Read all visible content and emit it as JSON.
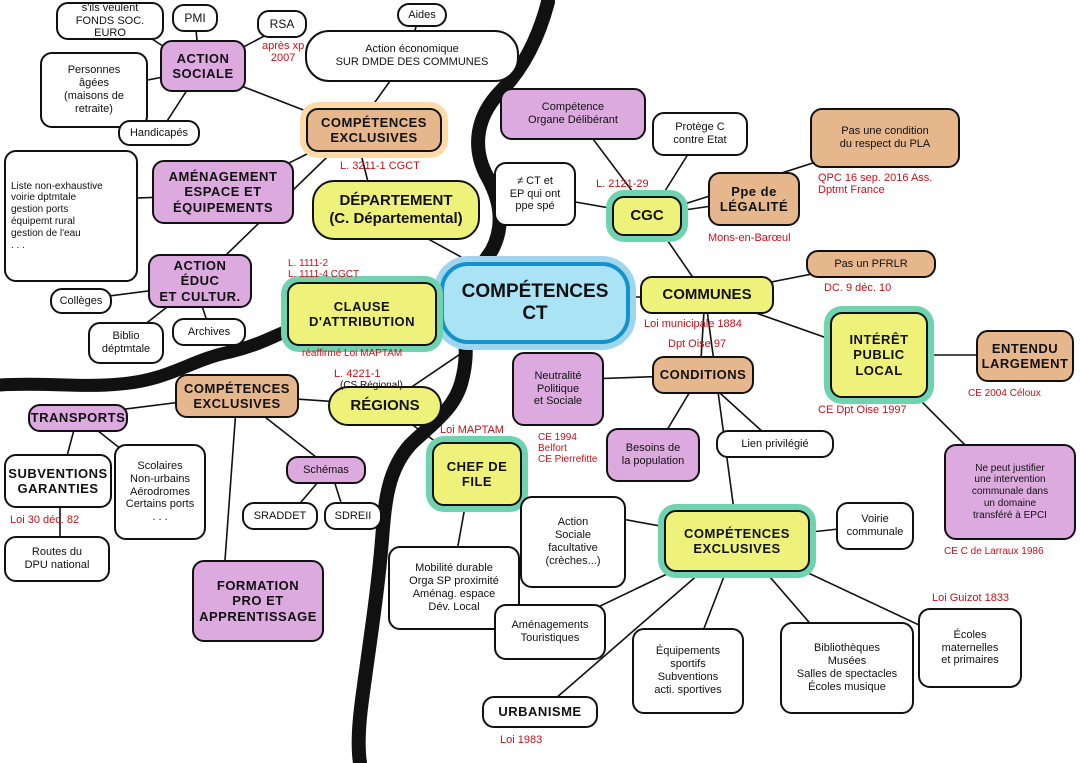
{
  "center": "COMPÉTENCES\nCT",
  "nodes": {
    "ils_veulent": "s'ils veulent\nFONDS SOC. EURO",
    "pmi": "PMI",
    "rsa": "RSA",
    "aides": "Aides",
    "action_sociale": "ACTION\nSOCIALE",
    "action_eco": "Action économique\nSUR DMDE DES COMMUNES",
    "personnes_agees": "Personnes\nâgées\n(maisons de\nretraite)",
    "handicapes": "Handicapés",
    "comp_excl_dep": "COMPÉTENCES\nEXCLUSIVES",
    "comp_organe": "Compétence\nOrgane Délibérant",
    "protege": "Protège C\ncontre Etat",
    "pas_condition": "Pas une condition\ndu respect du PLA",
    "liste": "Liste non-exhaustive\nvoirie dptmtale\ngestion ports\néquipemt rural\ngestion de l'eau\n. . .",
    "amenagement": "AMÉNAGEMENT\nESPACE ET\nÉQUIPEMENTS",
    "departement": "DÉPARTEMENT\n(C. Départemental)",
    "ct_ep": "≠ CT et\nEP qui ont\nppe spé",
    "cgc": "CGC",
    "ppe_legalite": "Ppe de\nLÉGALITÉ",
    "action_educ": "ACTION ÉDUC\nET CULTUR.",
    "pas_pfrlr": "Pas un PFRLR",
    "colleges": "Collèges",
    "clause": "CLAUSE\nD'ATTRIBUTION",
    "communes": "COMMUNES",
    "biblio": "Biblio\ndéptmtale",
    "archives": "Archives",
    "interet": "INTÉRÊT\nPUBLIC\nLOCAL",
    "entendu": "ENTENDU\nLARGEMENT",
    "comp_excl_reg": "COMPÉTENCES\nEXCLUSIVES",
    "neutralite": "Neutralité\nPolitique\net Sociale",
    "conditions": "CONDITIONS",
    "regions": "RÉGIONS",
    "transports": "TRANSPORTS",
    "besoins": "Besoins de\nla population",
    "lien": "Lien privilégié",
    "ne_peut": "Ne peut justifier\nune intervention\ncommunale dans\nun domaine\ntransféré à EPCI",
    "subventions": "SUBVENTIONS\nGARANTIES",
    "scolaires": "Scolaires\nNon-urbains\nAérodromes\nCertains ports\n. . .",
    "schemas": "Schémas",
    "chef_file": "CHEF DE\nFILE",
    "action_fac": "Action\nSociale\nfacultative\n(crèches...)",
    "sraddet": "SRADDET",
    "sdreii": "SDREII",
    "comp_excl_com": "COMPÉTENCES\nEXCLUSIVES",
    "voirie": "Voirie\ncommunale",
    "routes": "Routes du\nDPU national",
    "formation": "FORMATION\nPRO ET\nAPPRENTISSAGE",
    "mobilite": "Mobilité durable\nOrga SP proximité\nAménag. espace\nDév. Local",
    "amenag_tour": "Aménagements\nTouristiques",
    "equipements": "Équipements\nsportifs\nSubventions\nacti. sportives",
    "bibliotheques": "Bibliothèques\nMusées\nSalles de spectacles\nÉcoles musique",
    "ecoles": "Écoles\nmaternelles\net primaires",
    "urbanisme": "URBANISME"
  },
  "annotations": {
    "apres_xp": "après xp\n2007",
    "l3211": "L. 3211-1 CGCT",
    "l2121": "L. 2121-29",
    "qpc": "QPC 16 sep. 2016 Ass.\nDptmt France",
    "mons": "Mons-en-Barœul",
    "dc9": "DC. 9 déc. 10",
    "l1111": "L. 1111-2\nL. 1111-4 CGCT",
    "loi_1884": "Loi municipale 1884",
    "dpt_oise": "Dpt Oise 97",
    "reaffirme": "réaffirmé Loi MAPTAM",
    "l4221": "L. 4221-1",
    "cs_regional": "(CS Régional)",
    "ce_dpt_oise": "CE Dpt Oise 1997",
    "ce_2004": "CE 2004 Céloux",
    "loi_maptam": "Loi MAPTAM",
    "ce_1994": "CE 1994\nBelfort\nCE Pierrefitte",
    "loi_30dec": "Loi 30 déc. 82",
    "ce_larraux": "CE C de Larraux 1986",
    "loi_guizot": "Loi Guizot 1833",
    "loi_1983": "Loi 1983"
  }
}
